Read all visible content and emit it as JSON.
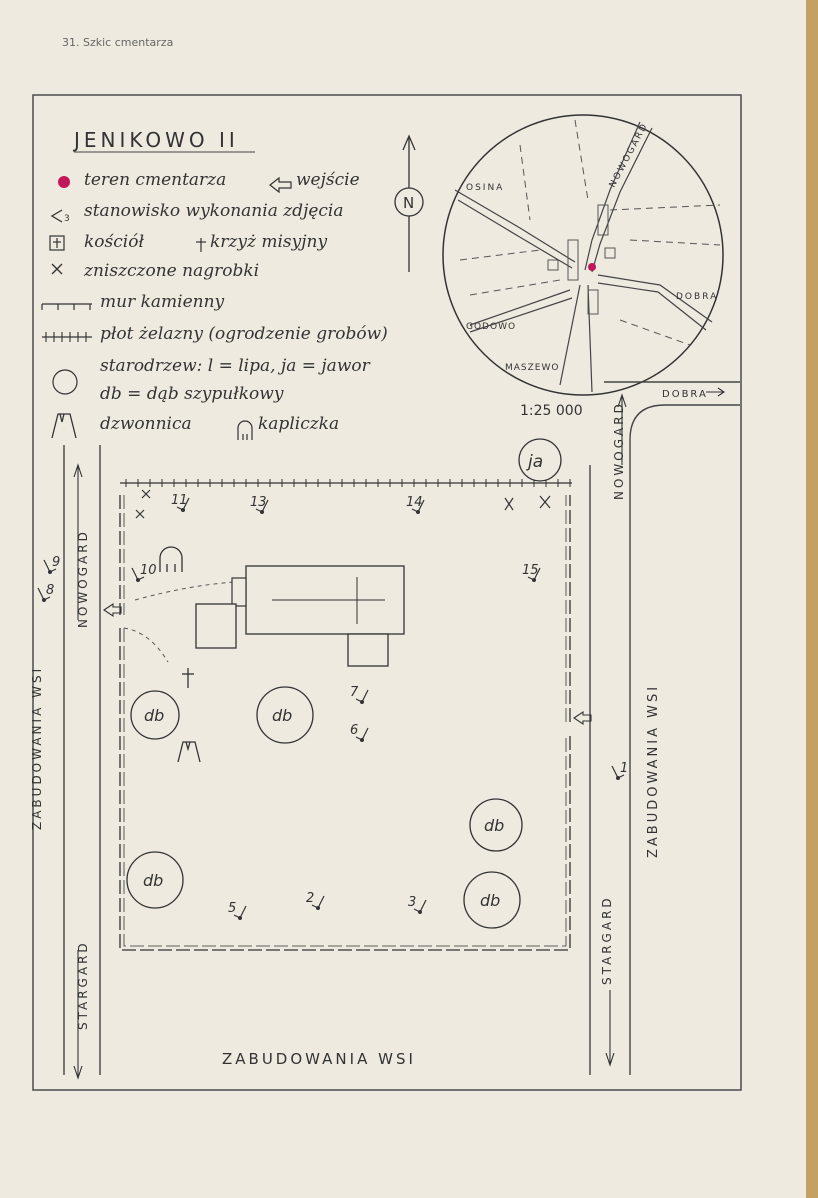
{
  "caption": "31. Szkic cmentarza",
  "title": "JENIKOWO II",
  "legend": {
    "cemetery_area": "teren cmentarza",
    "entrance": "wejście",
    "photo_position": "stanowisko wykonania zdjęcia",
    "photo_position_symbol": "3",
    "church": "kościół",
    "mission_cross": "krzyż misyjny",
    "destroyed_graves": "zniszczone nagrobki",
    "stone_wall": "mur kamienny",
    "iron_fence": "płot żelazny (ogrodzenie grobów)",
    "old_trees_l": "starodrzew: l = lipa, ja = jawor",
    "old_trees_db": "db = dąb szypułkowy",
    "belfry": "dzwonnica",
    "chapel": "kapliczka"
  },
  "north": "N",
  "scale": "1:25 000",
  "inset": {
    "osina": "OSINA",
    "nowogard": "NOWOGARD",
    "dobra": "DOBRA",
    "godowo": "GODOWO",
    "maszewo": "MASZEWO"
  },
  "roads": {
    "dobra": "DOBRA",
    "nowogard_right": "NOWOGARD",
    "nowogard_left": "NOWOGARD",
    "stargard_left": "STARGARD",
    "stargard_right": "STARGARD",
    "village_left": "ZABUDOWANIA WSI",
    "village_right": "ZABUDOWANIA WSI",
    "village_bottom": "ZABUDOWANIA WSI"
  },
  "trees": {
    "ja": "ja",
    "db": "db"
  },
  "photo_points": [
    "1",
    "2",
    "3",
    "5",
    "6",
    "7",
    "8",
    "9",
    "10",
    "11",
    "13",
    "14",
    "15"
  ],
  "colors": {
    "cemetery_dot": "#c2185b",
    "ink": "#333333",
    "paper": "#efeae0"
  }
}
